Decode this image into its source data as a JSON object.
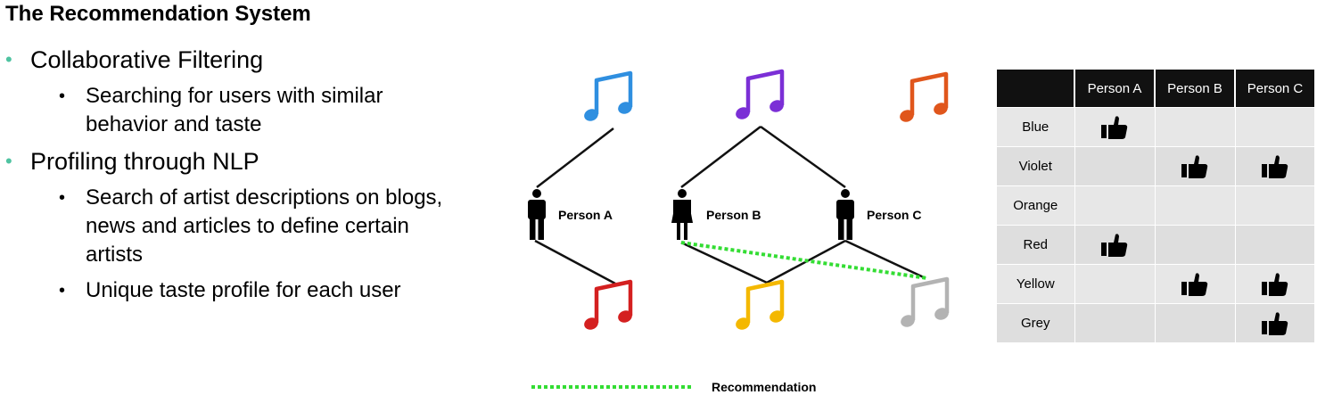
{
  "title": "The Recommendation System",
  "bullets": [
    {
      "text": "Collaborative Filtering",
      "sub": [
        "Searching for users with similar behavior and taste"
      ]
    },
    {
      "text": "Profiling through NLP",
      "sub": [
        "Search of artist descriptions on blogs, news and articles to define certain artists",
        "Unique taste profile for each user"
      ]
    }
  ],
  "diagram": {
    "persons": [
      {
        "label": "Person A",
        "icon": "man-icon"
      },
      {
        "label": "Person B",
        "icon": "woman-icon"
      },
      {
        "label": "Person C",
        "icon": "man-icon"
      }
    ],
    "notes_top": [
      {
        "name": "blue",
        "color": "#2f8fe0"
      },
      {
        "name": "violet",
        "color": "#7b2fd6"
      },
      {
        "name": "orange",
        "color": "#e0561c"
      }
    ],
    "notes_bottom": [
      {
        "name": "red",
        "color": "#d42020"
      },
      {
        "name": "yellow",
        "color": "#f4b800"
      },
      {
        "name": "grey",
        "color": "#b3b3b3"
      }
    ],
    "legend": "Recommendation",
    "recommendation_color": "#33dd33"
  },
  "table": {
    "columns": [
      "Person A",
      "Person B",
      "Person C"
    ],
    "rows": [
      {
        "label": "Blue",
        "likes": [
          true,
          false,
          false
        ]
      },
      {
        "label": "Violet",
        "likes": [
          false,
          true,
          true
        ]
      },
      {
        "label": "Orange",
        "likes": [
          false,
          false,
          false
        ]
      },
      {
        "label": "Red",
        "likes": [
          true,
          false,
          false
        ]
      },
      {
        "label": "Yellow",
        "likes": [
          false,
          true,
          true
        ]
      },
      {
        "label": "Grey",
        "likes": [
          false,
          false,
          true
        ]
      }
    ]
  }
}
